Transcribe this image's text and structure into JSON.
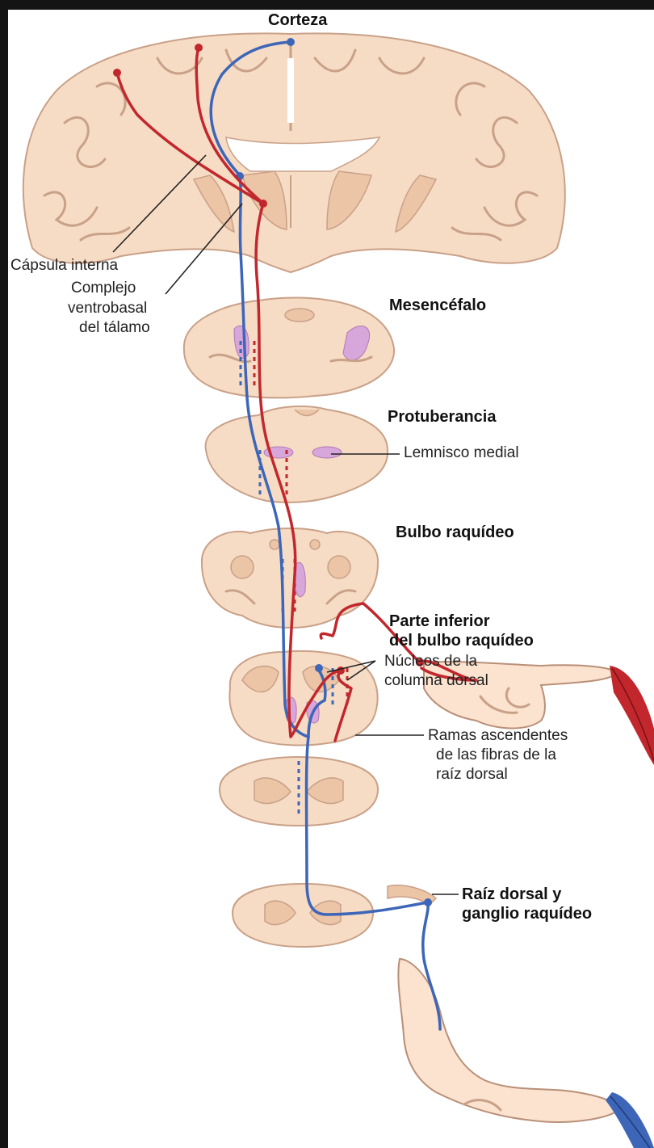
{
  "labels": {
    "corteza": "Corteza",
    "capsula_interna": "Cápsula interna",
    "complejo_l1": "Complejo",
    "complejo_l2": "ventrobasal",
    "complejo_l3": "del tálamo",
    "mesencefalo": "Mesencéfalo",
    "protuberancia": "Protuberancia",
    "lemnisco_medial": "Lemnisco medial",
    "bulbo_raquideo": "Bulbo raquídeo",
    "parte_inferior_l1": "Parte inferior",
    "parte_inferior_l2": "del bulbo raquídeo",
    "nucleos_l1": "Núcleos de la",
    "nucleos_l2": "columna dorsal",
    "ramas_l1": "Ramas ascendentes",
    "ramas_l2": "de las fibras de la",
    "ramas_l3": "raíz dorsal",
    "raiz_l1": "Raíz dorsal y",
    "raiz_l2": "ganglio raquídeo"
  },
  "colors": {
    "blue_pathway": "#3d66b8",
    "red_pathway": "#c1272d",
    "tissue": "#f6dcc4",
    "lemniscus": "#d7a6da"
  }
}
